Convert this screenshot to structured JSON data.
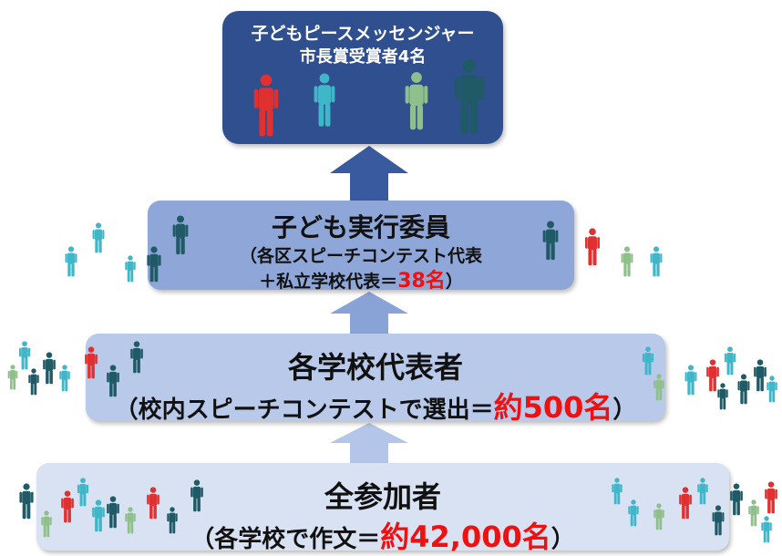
{
  "top": {
    "title": "子どもピースメッセンジャー",
    "subtitle": "市長賞受賞者4名"
  },
  "tier2": {
    "heading": "子ども実行委員",
    "line1": "（各区スピーチコンテスト代表",
    "line2_pre": "＋私立学校代表＝",
    "line2_count": "38名",
    "line2_post": "）"
  },
  "tier3": {
    "heading": "各学校代表者",
    "line_pre": "（校内スピーチコンテストで選出＝",
    "line_count": "約500名",
    "line_post": "）"
  },
  "tier4": {
    "heading": "全参加者",
    "line_pre": "（各学校で作文＝",
    "line_count": "約42,000名",
    "line_post": "）"
  },
  "colors": {
    "top_box": "#2f4f8f",
    "tier2_box": "#8ea6d8",
    "tier3_box": "#b9c9ea",
    "tier4_box": "#d9e2f3",
    "highlight": "#ee1111",
    "person_red": "#e03030",
    "person_cyan": "#3fb7c9",
    "person_green": "#8fbf8a",
    "person_teal": "#1f5a66"
  }
}
